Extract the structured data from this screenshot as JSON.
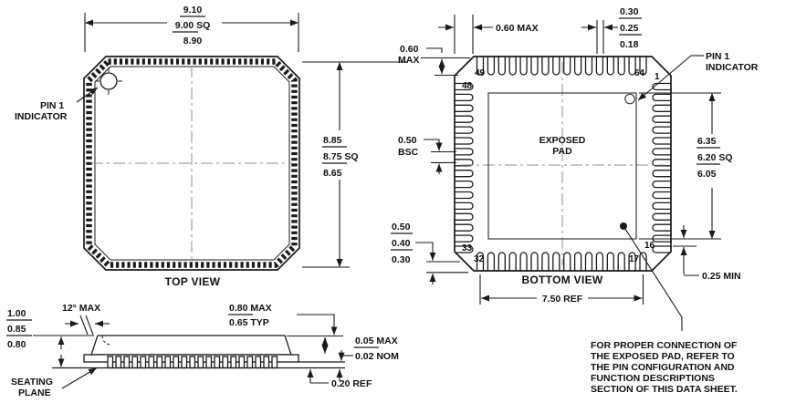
{
  "top_view": {
    "title": "TOP VIEW",
    "width_dim": {
      "v1": "9.10",
      "v2": "9.00 SQ",
      "v3": "8.90"
    },
    "body_dim": {
      "v1": "8.85",
      "v2": "8.75 SQ",
      "v3": "8.65"
    },
    "pin1_label_l1": "PIN 1",
    "pin1_label_l2": "INDICATOR"
  },
  "bottom_view": {
    "title": "BOTTOM VIEW",
    "pins_per_side": 16,
    "pin_numbers": {
      "p49": "49",
      "p48": "48",
      "p64": "64",
      "p1": "1",
      "p33": "33",
      "p32": "32",
      "p17": "17",
      "p16": "16"
    },
    "exposed_pad_l1": "EXPOSED",
    "exposed_pad_l2": "PAD",
    "pin1_label_l1": "PIN 1",
    "pin1_label_l2": "INDICATOR",
    "dim_edge_to_pin": "0.60 MAX",
    "lead_width": {
      "v1": "0.30",
      "v2": "0.25",
      "v3": "0.18"
    },
    "corner_dim_l1": "0.60",
    "corner_dim_l2": "MAX",
    "pitch_l1": "0.50",
    "pitch_l2": "BSC",
    "lead_length": {
      "v1": "0.50",
      "v2": "0.40",
      "v3": "0.30"
    },
    "pad_dim": {
      "v1": "6.35",
      "v2": "6.20 SQ",
      "v3": "6.05"
    },
    "span_dim": "7.50 REF",
    "pad_clearance": "0.25 MIN"
  },
  "side_view": {
    "lead_count": 21,
    "height_dim": {
      "v1": "1.00",
      "v2": "0.85",
      "v3": "0.80"
    },
    "draft_angle": "12° MAX",
    "lead_dim_l1": "0.80 MAX",
    "lead_dim_l2": "0.65 TYP",
    "standoff_l1": "0.05 MAX",
    "standoff_l2": "0.02 NOM",
    "lead_thickness": "0.20 REF",
    "seating_l1": "SEATING",
    "seating_l2": "PLANE"
  },
  "note": {
    "lines": [
      "FOR PROPER CONNECTION OF",
      "THE EXPOSED PAD, REFER TO",
      "THE PIN CONFIGURATION AND",
      "FUNCTION DESCRIPTIONS",
      "SECTION OF THIS DATA SHEET."
    ]
  },
  "colors": {
    "line": "#1a1a1a",
    "centerline": "#8f8f8f",
    "pad_line": "#3c3c3c",
    "background": "#ffffff"
  }
}
